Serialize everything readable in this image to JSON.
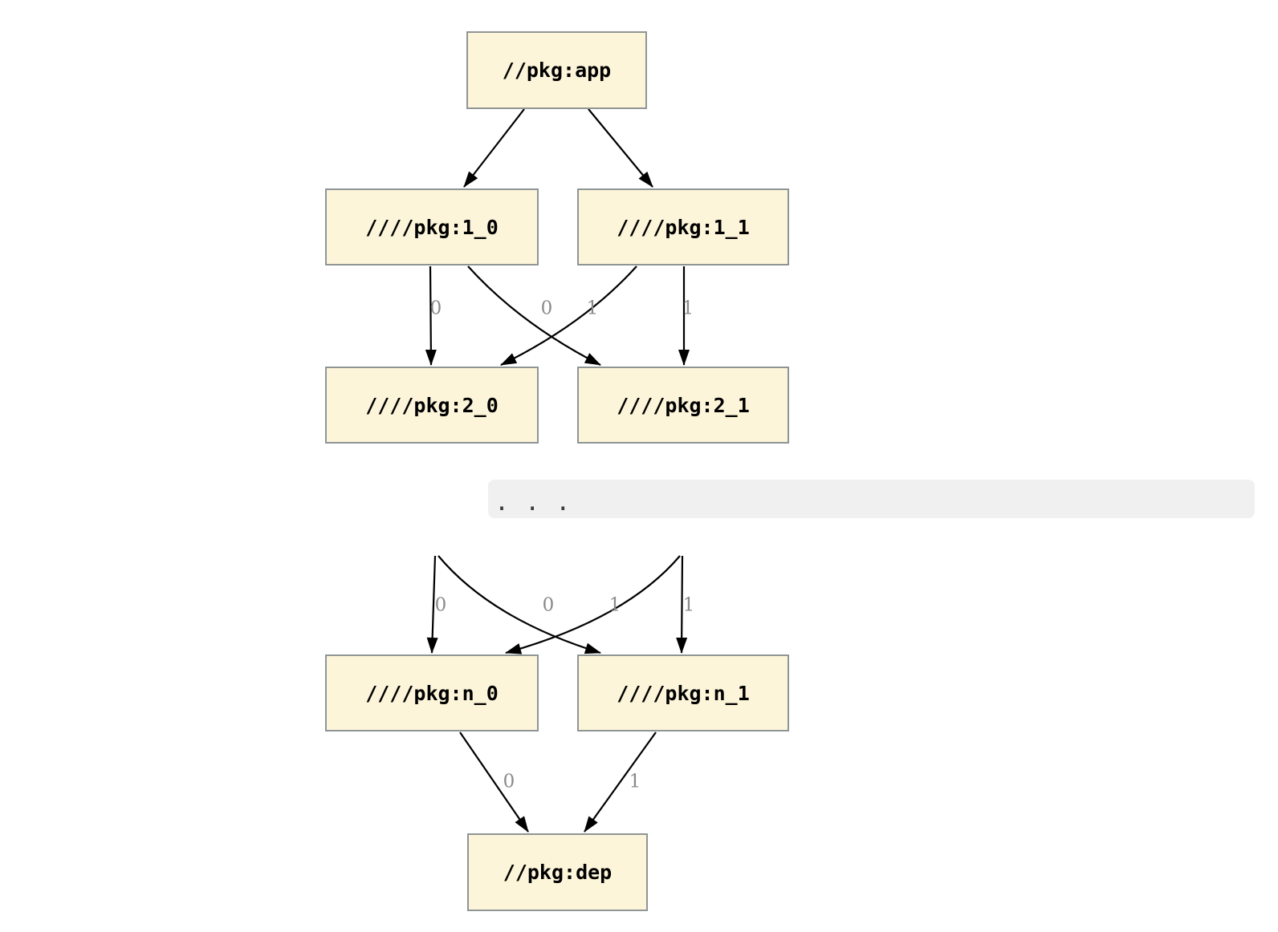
{
  "colors": {
    "background": "#ffffff",
    "node-fill": "#fdf5da",
    "node-border": "#8f9595",
    "node-text": "#000000",
    "edge": "#000000",
    "edge-label": "#8a8a8a",
    "band-fill": "#f0f0f0",
    "dots": "#3c3c3c"
  },
  "nodes": {
    "app": {
      "label": "//pkg:app"
    },
    "v1_0": {
      "label": "////pkg:1_0"
    },
    "v1_1": {
      "label": "////pkg:1_1"
    },
    "v2_0": {
      "label": "////pkg:2_0"
    },
    "v2_1": {
      "label": "////pkg:2_1"
    },
    "vn_0": {
      "label": "////pkg:n_0"
    },
    "vn_1": {
      "label": "////pkg:n_1"
    },
    "dep": {
      "label": "//pkg:dep"
    }
  },
  "ellipsis": {
    "text": ".  .  ."
  },
  "edge_labels": {
    "e1_0_to_2_0": "0",
    "e1_1_to_2_0": "0",
    "e1_0_to_2_1": "1",
    "e1_1_to_2_1": "1",
    "eleft_to_n_0": "0",
    "eright_to_n_0": "0",
    "eleft_to_n_1": "1",
    "eright_to_n_1": "1",
    "en_0_to_dep": "0",
    "en_1_to_dep": "1"
  }
}
